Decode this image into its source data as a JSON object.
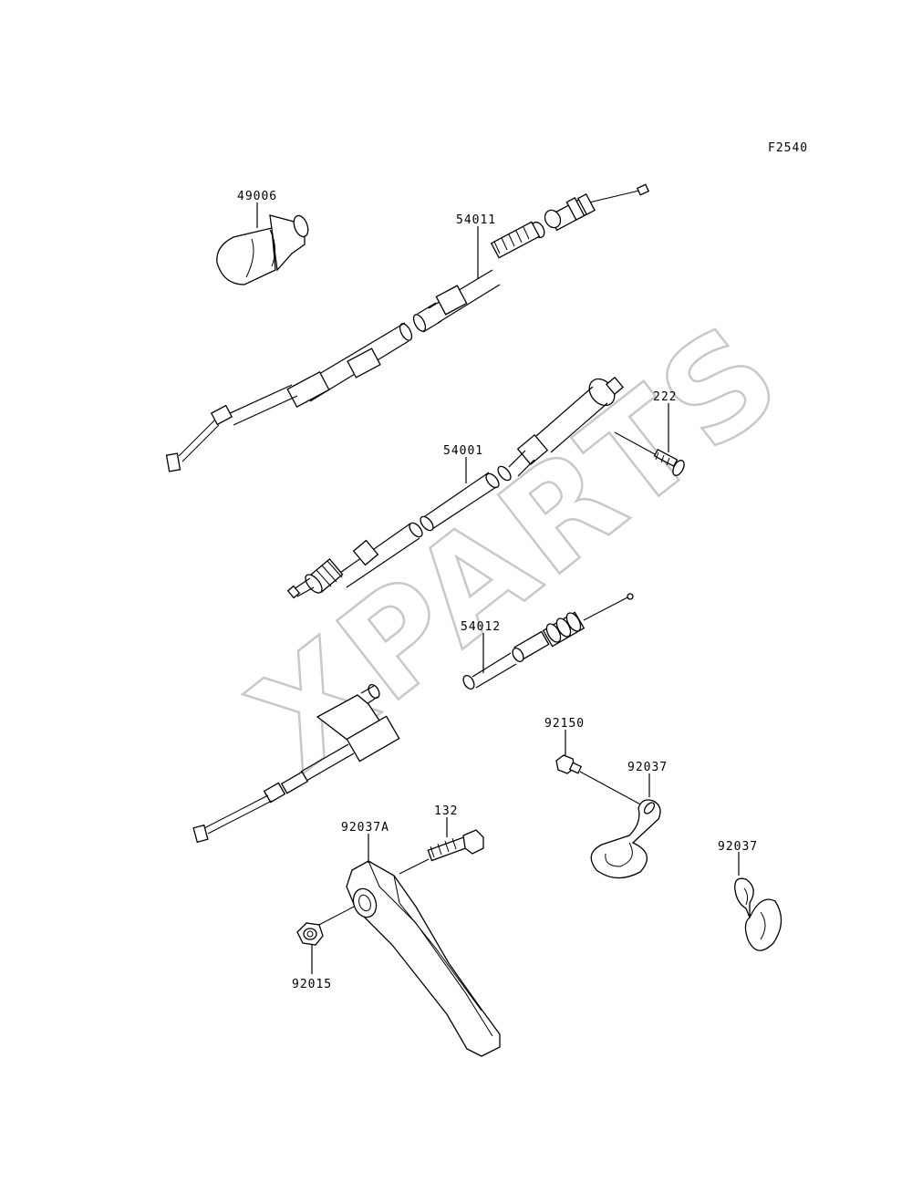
{
  "diagram_code": "F2540",
  "watermark": "XPARTS",
  "labels": {
    "p49006": "49006",
    "p54011": "54011",
    "p54001": "54001",
    "p222": "222",
    "p54012": "54012",
    "p92150": "92150",
    "p92037_a": "92037",
    "p92037_b": "92037",
    "p132": "132",
    "p92037A": "92037A",
    "p92015": "92015"
  }
}
